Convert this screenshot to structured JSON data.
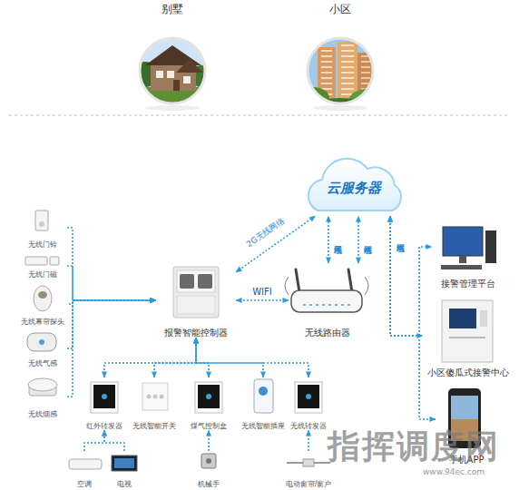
{
  "diagram": {
    "nodes": [
      {
        "text": [
          "别墅"
        ]
      },
      {
        "text": [
          "小区"
        ]
      },
      {
        "text": [
          "云服务器"
        ]
      },
      {
        "text": [
          "无线门铃"
        ]
      },
      {
        "text": [
          "无线门磁"
        ]
      },
      {
        "text": [
          "无线幕帘探头"
        ]
      },
      {
        "text": [
          "无线气感"
        ]
      },
      {
        "text": [
          "无线烟感"
        ]
      },
      {
        "text": [
          "报警智能控制器"
        ]
      },
      {
        "text": [
          "无线路由器"
        ]
      },
      {
        "text": [
          "接警管理平台"
        ]
      },
      {
        "text": [
          "小区傻瓜式接警中心"
        ]
      },
      {
        "text": [
          "手机APP"
        ]
      },
      {
        "text": [
          "红外转发器"
        ]
      },
      {
        "text": [
          "无线智能开关"
        ]
      },
      {
        "text": [
          "煤气控制盒"
        ]
      },
      {
        "text": [
          "无线智能插座"
        ]
      },
      {
        "text": [
          "无线转发器"
        ]
      },
      {
        "text": [
          "空调"
        ]
      },
      {
        "text": [
          "电视"
        ]
      },
      {
        "text": [
          "机械手"
        ]
      },
      {
        "text": [
          "电动窗帘/窗户"
        ]
      }
    ],
    "edges": [
      {
        "from": 3,
        "to": 8,
        "arrow": "to"
      },
      {
        "from": 4,
        "to": 8,
        "arrow": "to"
      },
      {
        "from": 5,
        "to": 8,
        "arrow": "to"
      },
      {
        "from": 6,
        "to": 8,
        "arrow": "to"
      },
      {
        "from": 7,
        "to": 8,
        "arrow": "to"
      },
      {
        "from": 8,
        "to": 2,
        "label": "2G无线网络",
        "arrow": "both"
      },
      {
        "from": 8,
        "to": 9,
        "label": "WIFI",
        "arrow": "both"
      },
      {
        "from": 9,
        "to": 2,
        "label": "无线网络",
        "arrow": "both"
      },
      {
        "from": 9,
        "to": 2,
        "label": "有线网络",
        "arrow": "both"
      },
      {
        "from": 2,
        "to": 10,
        "label": "有线网络",
        "arrow": "both"
      },
      {
        "from": 2,
        "to": 11,
        "arrow": "both"
      },
      {
        "from": 2,
        "to": 12,
        "arrow": "both"
      },
      {
        "from": 13,
        "to": 8,
        "arrow": "both"
      },
      {
        "from": 14,
        "to": 8,
        "arrow": "both"
      },
      {
        "from": 15,
        "to": 8,
        "arrow": "both"
      },
      {
        "from": 16,
        "to": 8,
        "arrow": "both"
      },
      {
        "from": 17,
        "to": 8,
        "arrow": "both"
      },
      {
        "from": 18,
        "to": 13,
        "arrow": "to"
      },
      {
        "from": 19,
        "to": 13,
        "arrow": "to"
      },
      {
        "from": 20,
        "to": 15,
        "arrow": "to"
      },
      {
        "from": 21,
        "to": 17,
        "arrow": "to"
      }
    ],
    "labels": [
      "指挥调度网",
      "www.94ec.com"
    ]
  }
}
